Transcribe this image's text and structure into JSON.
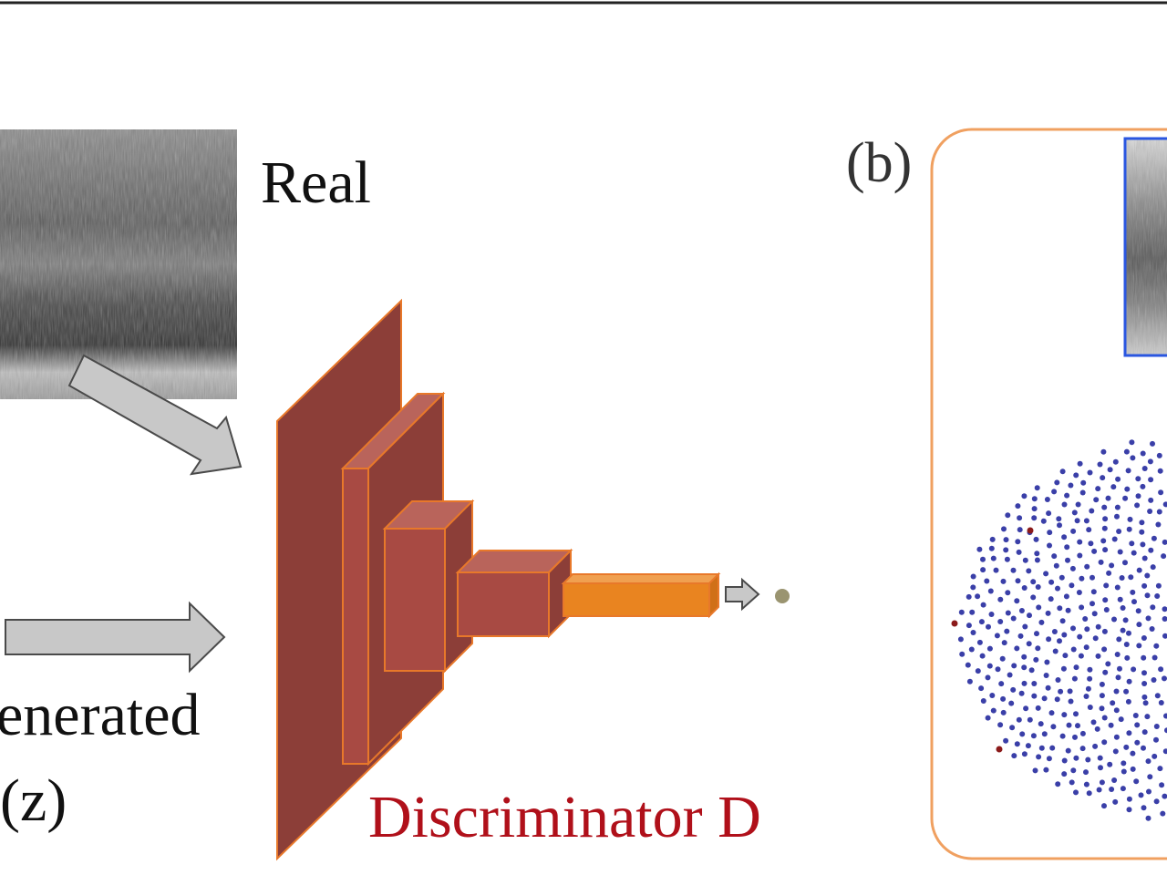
{
  "labels": {
    "real": "Real",
    "generated": "enerated",
    "z": "(z)",
    "discriminator": "Discriminator D",
    "panel_b": "(b)"
  },
  "colors": {
    "layer_fill": "#8c3e38",
    "layer_front": "#a84a43",
    "layer_top": "#b9645b",
    "layer_edge": "#e8782a",
    "fc_fill": "#e98420",
    "arrow_fill": "#c8c8c8",
    "arrow_stroke": "#4a4a4a",
    "panel_border": "#f0a060",
    "inset_border": "#2a56e0",
    "scatter_blue": "#3a3fa8",
    "scatter_red": "#8b1a1a",
    "discriminator_text": "#b0101a"
  },
  "icons": [
    "block-arrow-icon",
    "small-arrow-icon",
    "output-dot-icon"
  ]
}
